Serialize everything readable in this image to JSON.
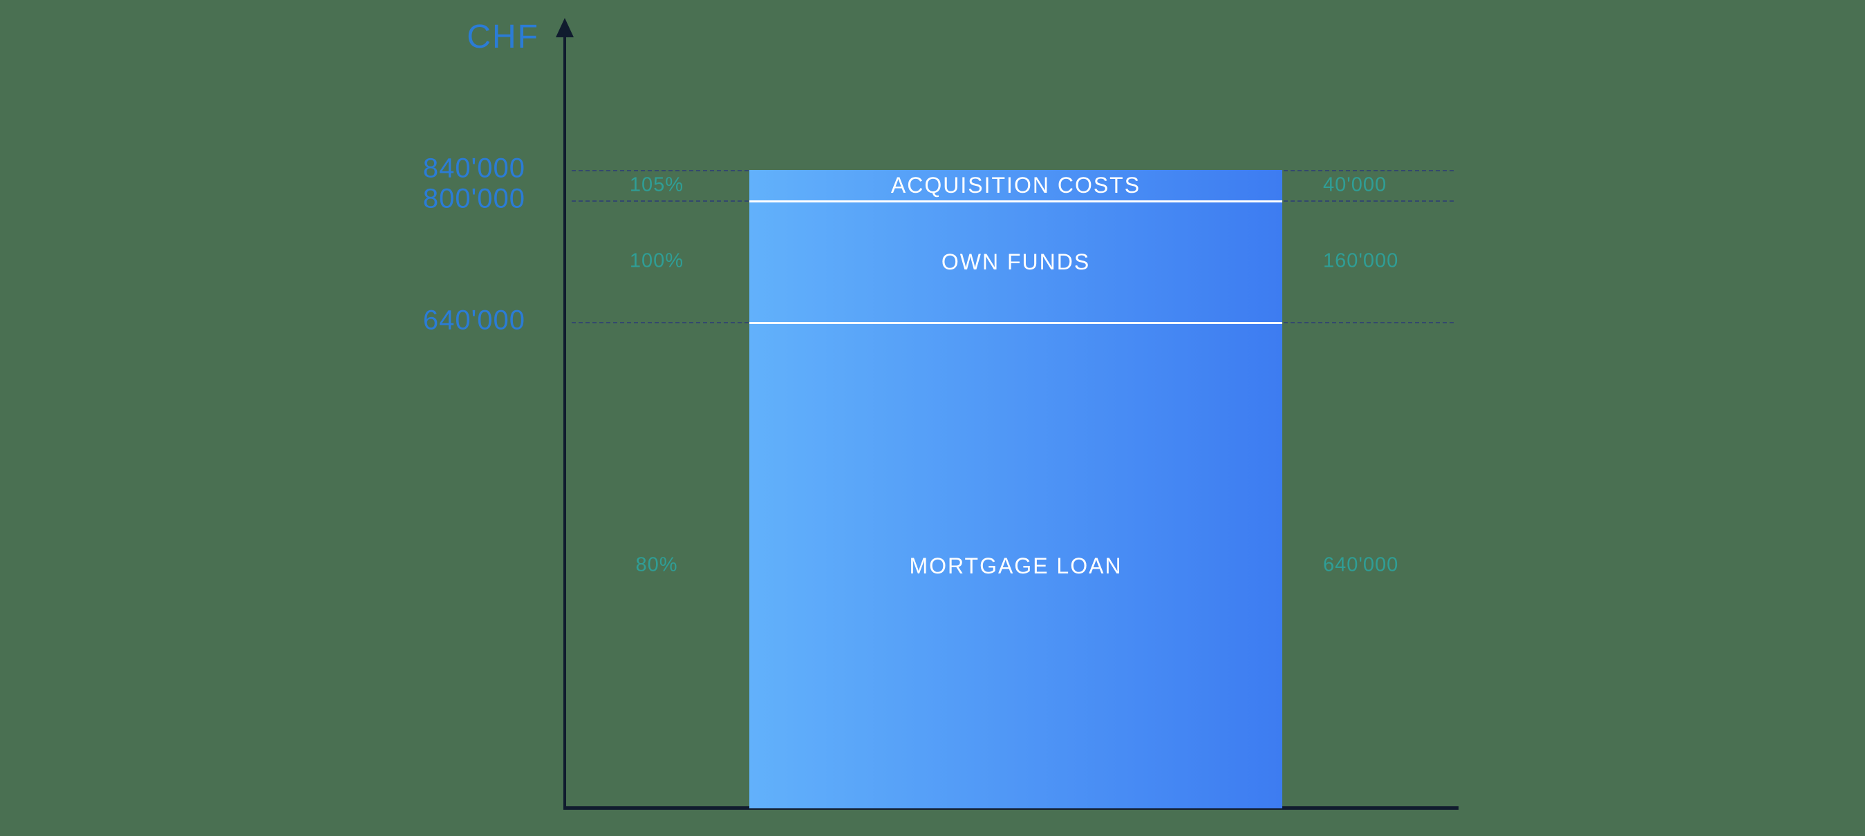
{
  "colors": {
    "background": "#4a7052",
    "axis": "#101b2e",
    "gridline": "#33486e",
    "tick_text": "#2b7cd6",
    "side_text": "#2f9e96",
    "bar_gradient_start": "#62b1fb",
    "bar_gradient_end": "#3d7cf1",
    "bar_label_text": "#ffffff"
  },
  "chart_data": {
    "type": "bar",
    "title": "",
    "xlabel": "",
    "ylabel": "CHF",
    "ylim": [
      0,
      870000
    ],
    "grid": "dashed-horizontal",
    "legend": "none",
    "gridlines": [
      840000,
      800000,
      640000
    ],
    "tick_labels": [
      "840'000",
      "800'000",
      "640'000"
    ],
    "segments": [
      {
        "name": "ACQUISITION COSTS",
        "value": 40000,
        "value_label": "40'000",
        "percent_label": "105%",
        "position": "top"
      },
      {
        "name": "OWN FUNDS",
        "value": 160000,
        "value_label": "160'000",
        "percent_label": "100%",
        "position": "middle"
      },
      {
        "name": "MORTGAGE LOAN",
        "value": 640000,
        "value_label": "640'000",
        "percent_label": "80%",
        "position": "bottom"
      }
    ]
  }
}
